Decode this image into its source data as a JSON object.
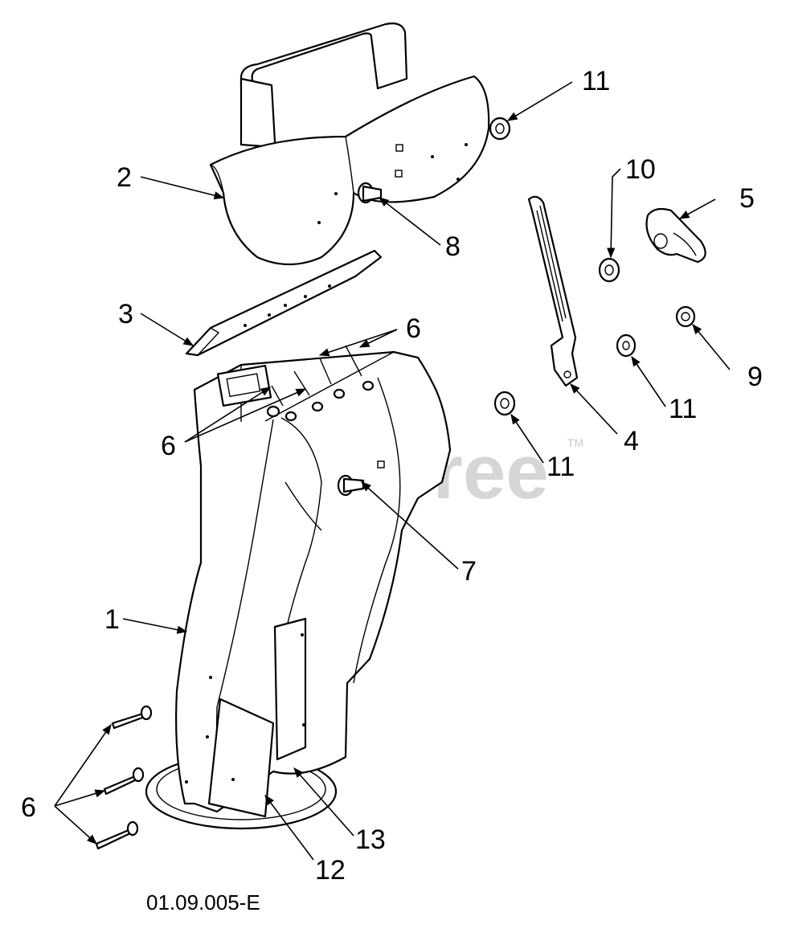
{
  "watermark": {
    "text": "PartsTree",
    "trademark": "TM"
  },
  "drawing_code": "01.09.005-E",
  "callouts": [
    {
      "id": "c1",
      "label": "1"
    },
    {
      "id": "c2",
      "label": "2"
    },
    {
      "id": "c3",
      "label": "3"
    },
    {
      "id": "c4",
      "label": "4"
    },
    {
      "id": "c5",
      "label": "5"
    },
    {
      "id": "c6a",
      "label": "6"
    },
    {
      "id": "c6b",
      "label": "6"
    },
    {
      "id": "c6c",
      "label": "6"
    },
    {
      "id": "c7",
      "label": "7"
    },
    {
      "id": "c8",
      "label": "8"
    },
    {
      "id": "c9",
      "label": "9"
    },
    {
      "id": "c10",
      "label": "10"
    },
    {
      "id": "c11a",
      "label": "11"
    },
    {
      "id": "c11b",
      "label": "11"
    },
    {
      "id": "c11c",
      "label": "11"
    },
    {
      "id": "c12",
      "label": "12"
    },
    {
      "id": "c13",
      "label": "13"
    }
  ]
}
